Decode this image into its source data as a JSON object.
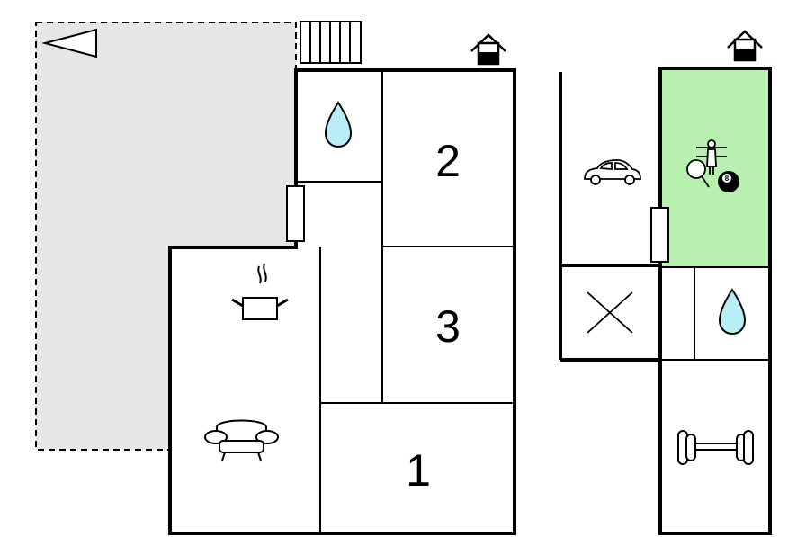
{
  "floorplan": {
    "colors": {
      "wall": "#000000",
      "terrace": "#e6e6e6",
      "water": "#b9eef5",
      "games_room": "#b8f0b0",
      "background": "#ffffff"
    },
    "rooms": [
      {
        "id": "bedroom-2",
        "label": "2"
      },
      {
        "id": "bedroom-3",
        "label": "3"
      },
      {
        "id": "bedroom-1",
        "label": "1"
      }
    ],
    "icons": [
      {
        "room": "bathroom-main",
        "icon": "water-drop-icon"
      },
      {
        "room": "kitchen",
        "icon": "cooking-pot-icon"
      },
      {
        "room": "living-room",
        "icon": "sofa-icon"
      },
      {
        "room": "garage",
        "icon": "car-icon"
      },
      {
        "room": "games-room",
        "icon": "table-football-icon"
      },
      {
        "room": "games-room",
        "icon": "table-tennis-icon"
      },
      {
        "room": "games-room",
        "icon": "billiard-ball-icon"
      },
      {
        "room": "technical-room",
        "icon": "cross-icon"
      },
      {
        "room": "bathroom-annex",
        "icon": "water-drop-icon"
      },
      {
        "room": "gym",
        "icon": "dumbbell-icon"
      },
      {
        "room": "terrace",
        "icon": "direction-arrow-icon"
      },
      {
        "room": "main-house",
        "icon": "house-entrance-icon"
      },
      {
        "room": "annex",
        "icon": "house-entrance-icon"
      },
      {
        "room": "outside",
        "icon": "stairs-icon"
      }
    ],
    "billiard_ball_number": "8"
  }
}
